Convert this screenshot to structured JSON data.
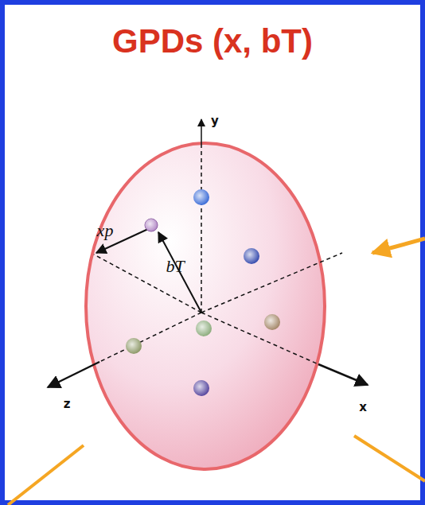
{
  "diagram": {
    "title": "GPDs (x, bT)",
    "labels": [
      "y",
      "z",
      "x",
      "xp",
      "bT"
    ]
  }
}
